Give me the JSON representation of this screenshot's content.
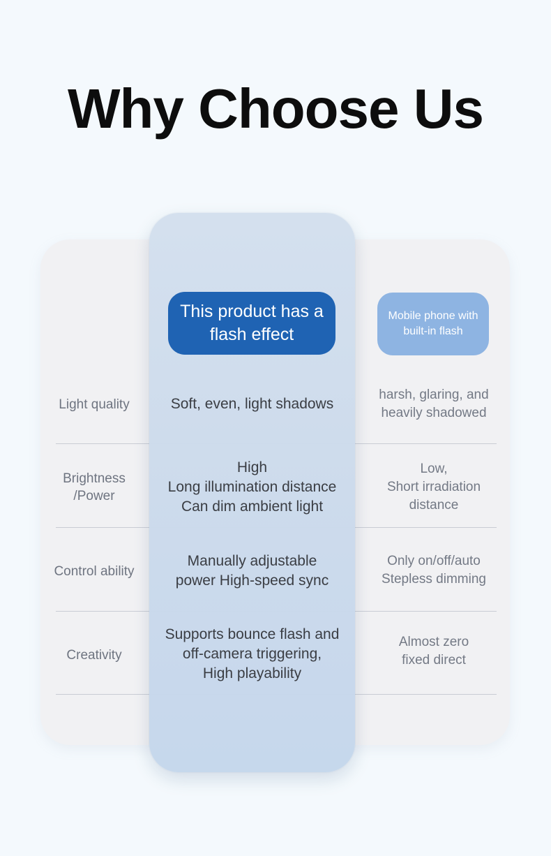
{
  "title": "Why Choose Us",
  "headers": {
    "ours": "This product has a flash effect",
    "theirs": "Mobile phone with built-in flash"
  },
  "rows": [
    {
      "label": "Light quality",
      "ours": "Soft, even, light shadows",
      "theirs": "harsh, glaring, and\nheavily shadowed"
    },
    {
      "label": "Brightness\n/Power",
      "ours": "High\nLong illumination distance\nCan dim ambient light",
      "theirs": "Low,\nShort irradiation\ndistance"
    },
    {
      "label": "Control ability",
      "ours": "Manually adjustable\npower High-speed sync",
      "theirs": "Only on/off/auto\nStepless dimming"
    },
    {
      "label": "Creativity",
      "ours": "Supports bounce flash and\noff-camera triggering,\nHigh playability",
      "theirs": "Almost zero\nfixed direct"
    }
  ],
  "colors": {
    "background": "#f4f9fd",
    "primary_header": "#1f63b3",
    "secondary_header": "#8eb4e2",
    "highlight_column": "#ccdbec"
  }
}
